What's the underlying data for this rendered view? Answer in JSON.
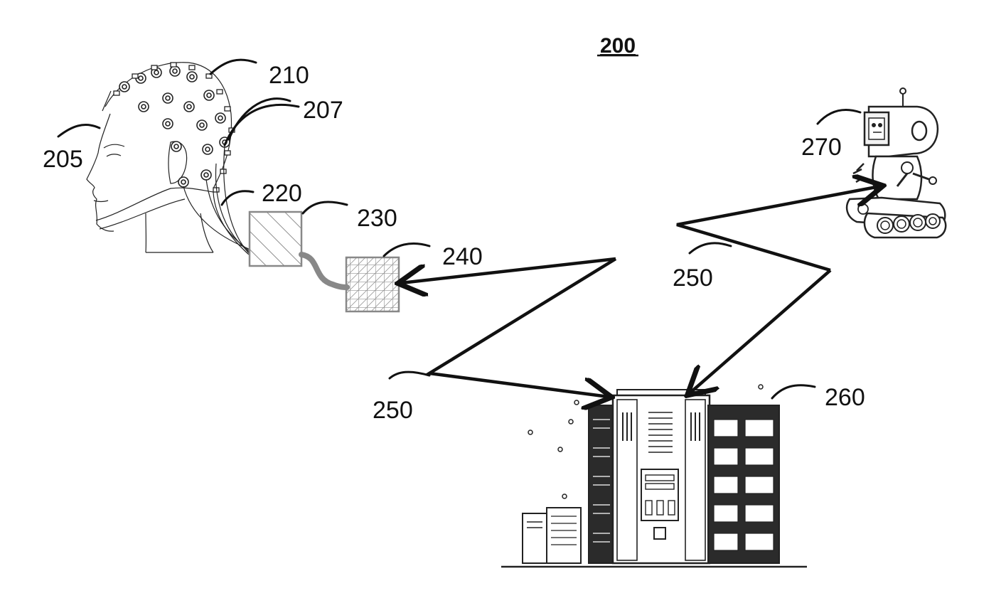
{
  "figure": {
    "title": "200",
    "labels": {
      "head": "205",
      "electrodes": "207",
      "cap": "210",
      "amplifier": "220",
      "amplifier_leader": "230",
      "processor": "240",
      "wireless_left": "250",
      "wireless_right": "250",
      "server": "260",
      "robot": "270"
    }
  }
}
